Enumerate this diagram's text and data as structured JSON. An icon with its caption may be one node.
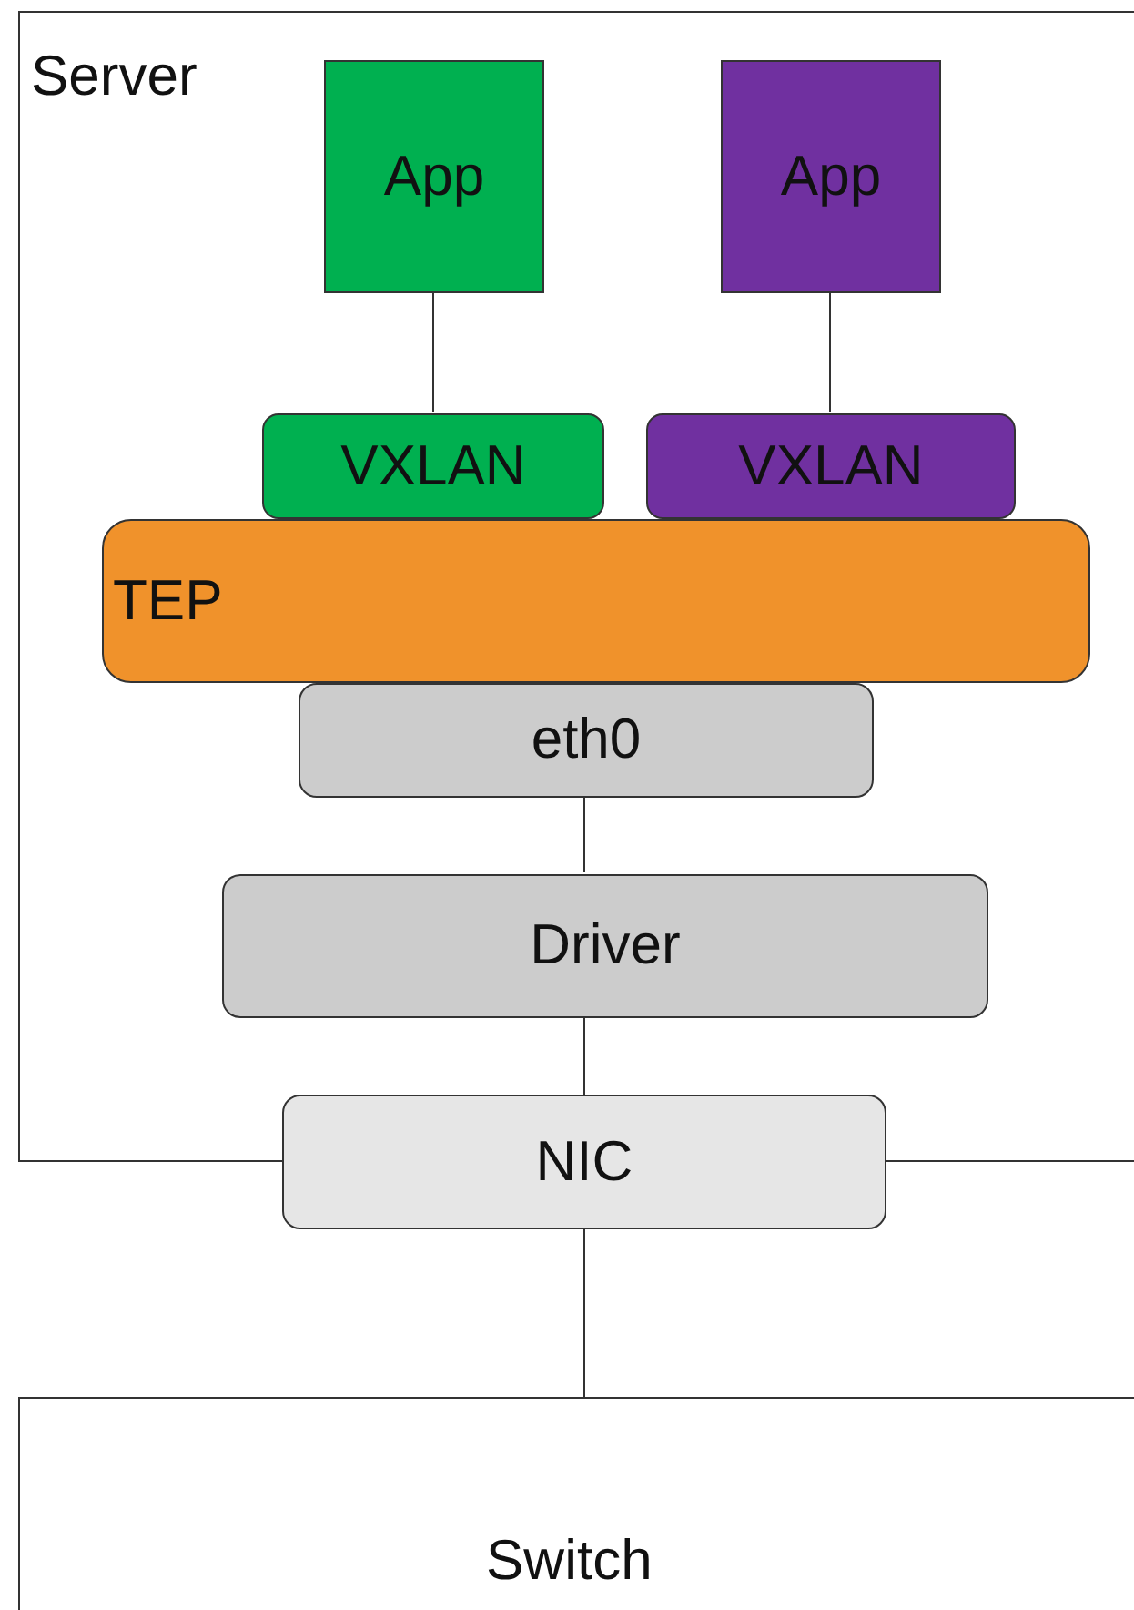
{
  "diagram": {
    "nodes": [
      {
        "text": [
          "Server"
        ]
      },
      {
        "text": [
          "App"
        ],
        "in": 0
      },
      {
        "text": [
          "App"
        ],
        "in": 0
      },
      {
        "text": [
          "VXLAN"
        ],
        "in": 0
      },
      {
        "text": [
          "VXLAN"
        ],
        "in": 0
      },
      {
        "text": [
          "TEP"
        ],
        "in": 0
      },
      {
        "text": [
          "eth0"
        ],
        "in": 0
      },
      {
        "text": [
          "Driver"
        ],
        "in": 0
      },
      {
        "text": [
          "NIC"
        ]
      },
      {
        "text": [
          "Switch"
        ]
      }
    ],
    "edges": [
      {
        "from": 1,
        "to": 3,
        "arrow": "none"
      },
      {
        "from": 2,
        "to": 4,
        "arrow": "none"
      },
      {
        "from": 6,
        "to": 7,
        "arrow": "none"
      },
      {
        "from": 7,
        "to": 8,
        "arrow": "none"
      },
      {
        "from": 8,
        "to": 9,
        "arrow": "none"
      }
    ]
  }
}
